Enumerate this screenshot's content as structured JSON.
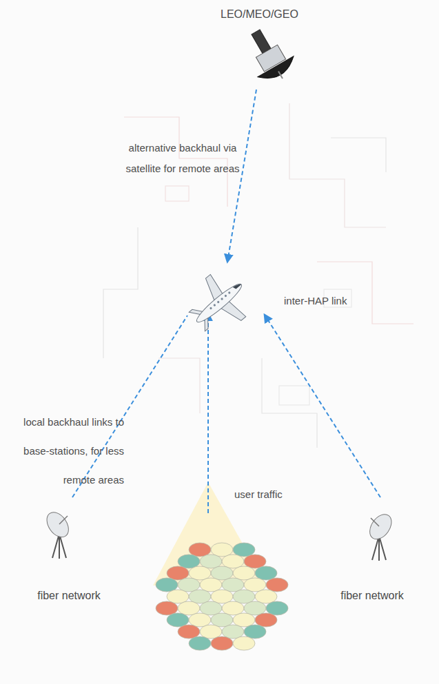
{
  "diagram": {
    "nodes": [
      {
        "text": [
          "LEO/MEO/GEO"
        ]
      },
      {
        "text": [
          "fiber network"
        ]
      },
      {
        "text": [
          "fiber network"
        ]
      }
    ],
    "labels": [
      "alternative backhaul via satellite for remote areas",
      "inter-HAP link",
      "local backhaul links to base-stations, for less remote areas",
      "user traffic"
    ]
  }
}
